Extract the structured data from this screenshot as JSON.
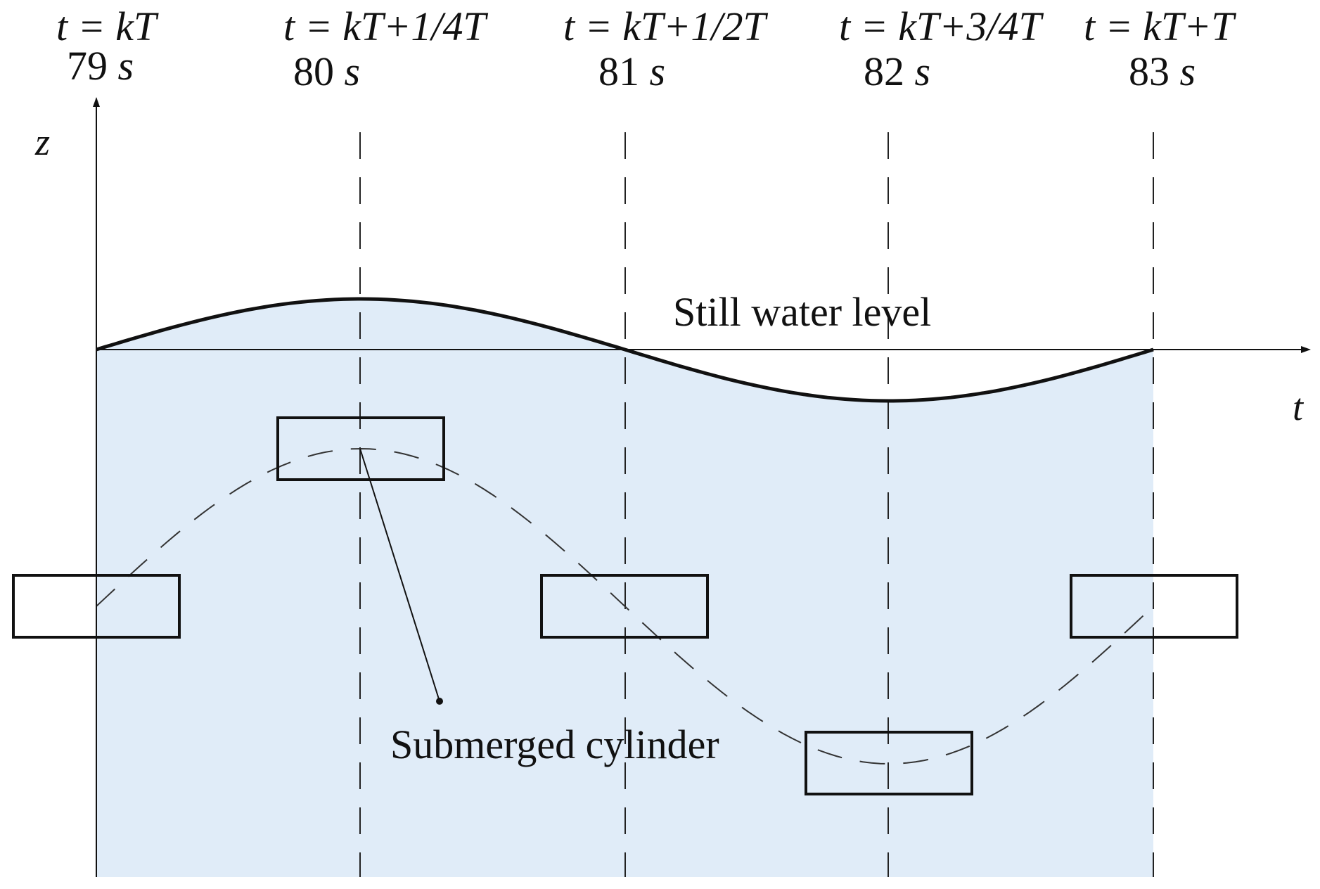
{
  "time_labels": [
    {
      "formula": "t = kT",
      "value": "79",
      "unit": "s"
    },
    {
      "formula": "t = kT+1/4T",
      "value": "80",
      "unit": "s"
    },
    {
      "formula": "t = kT+1/2T",
      "value": "81",
      "unit": "s"
    },
    {
      "formula": "t = kT+3/4T",
      "value": "82",
      "unit": "s"
    },
    {
      "formula": "t = kT+T",
      "value": "83",
      "unit": "s"
    }
  ],
  "axes": {
    "vertical": "z",
    "horizontal": "t"
  },
  "annotations": {
    "water_level": "Still water level",
    "cylinder": "Submerged cylinder"
  },
  "colors": {
    "water": "#e0ecf8",
    "stroke": "#111111"
  }
}
